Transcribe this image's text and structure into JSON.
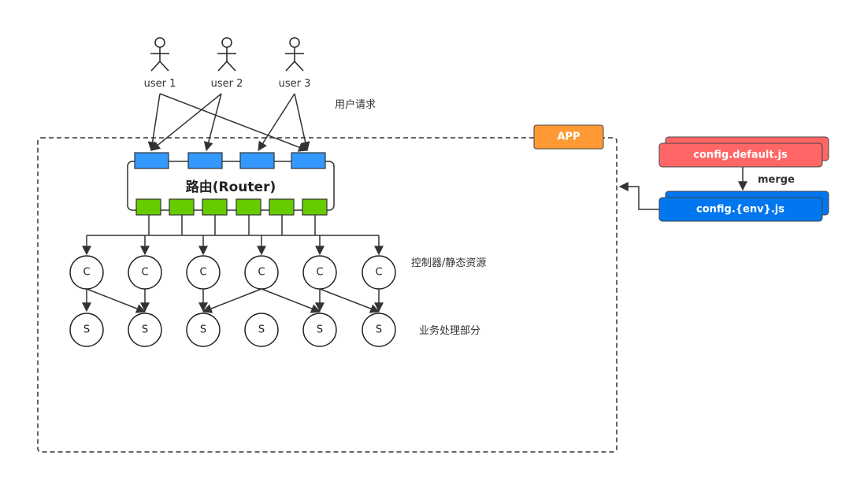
{
  "users": [
    "user 1",
    "user 2",
    "user 3"
  ],
  "request_label": "用户请求",
  "router_label": "路由(Router)",
  "app_label": "APP",
  "controller_label": "C",
  "service_label": "S",
  "controllers_label": "控制器/静态资源",
  "services_label": "业务处理部分",
  "config_default": "config.default.js",
  "config_env": "config.{env}.js",
  "merge_label": "merge",
  "colors": {
    "router_input": "#3399ff",
    "router_output": "#66cc00",
    "app": "#ff9933",
    "config_default": "#ff6666",
    "config_env": "#0077ee"
  }
}
